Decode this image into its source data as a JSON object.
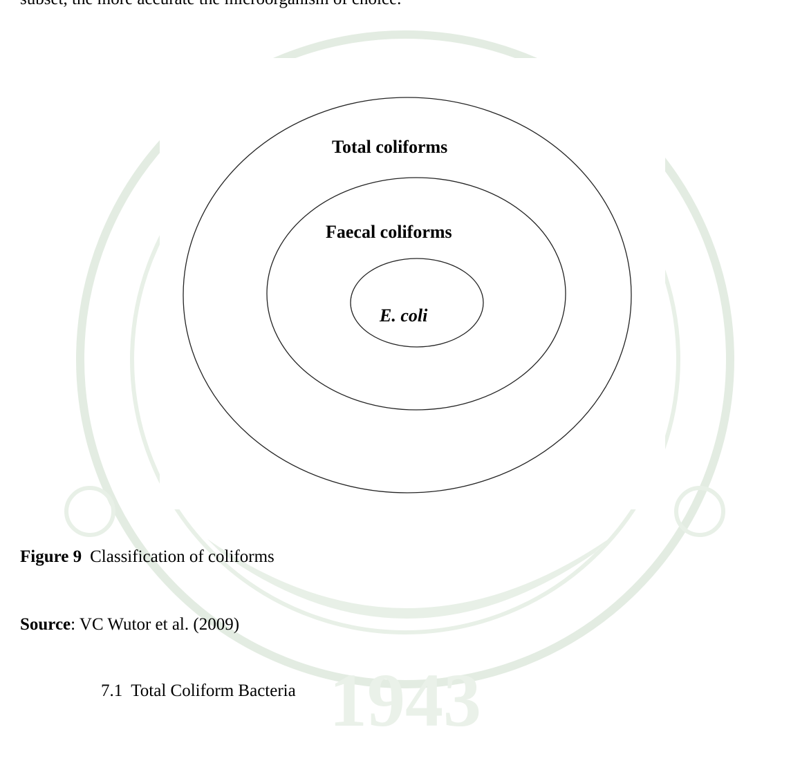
{
  "page": {
    "top_text": "subset, the more accurate the microorganism of choice.",
    "watermark_text": "1943"
  },
  "diagram": {
    "outer_label": "Total coliforms",
    "middle_label": "Faecal coliforms",
    "inner_label": "E. coli"
  },
  "caption": {
    "figure_number": "Figure 9",
    "text": "Classification of coliforms"
  },
  "source": {
    "label": "Source",
    "text": ": VC Wutor et al. (2009)"
  },
  "section": {
    "number": "7.1",
    "title": "Total Coliform Bacteria"
  },
  "colors": {
    "watermark": "#e6efe5",
    "ink": "#000000"
  }
}
